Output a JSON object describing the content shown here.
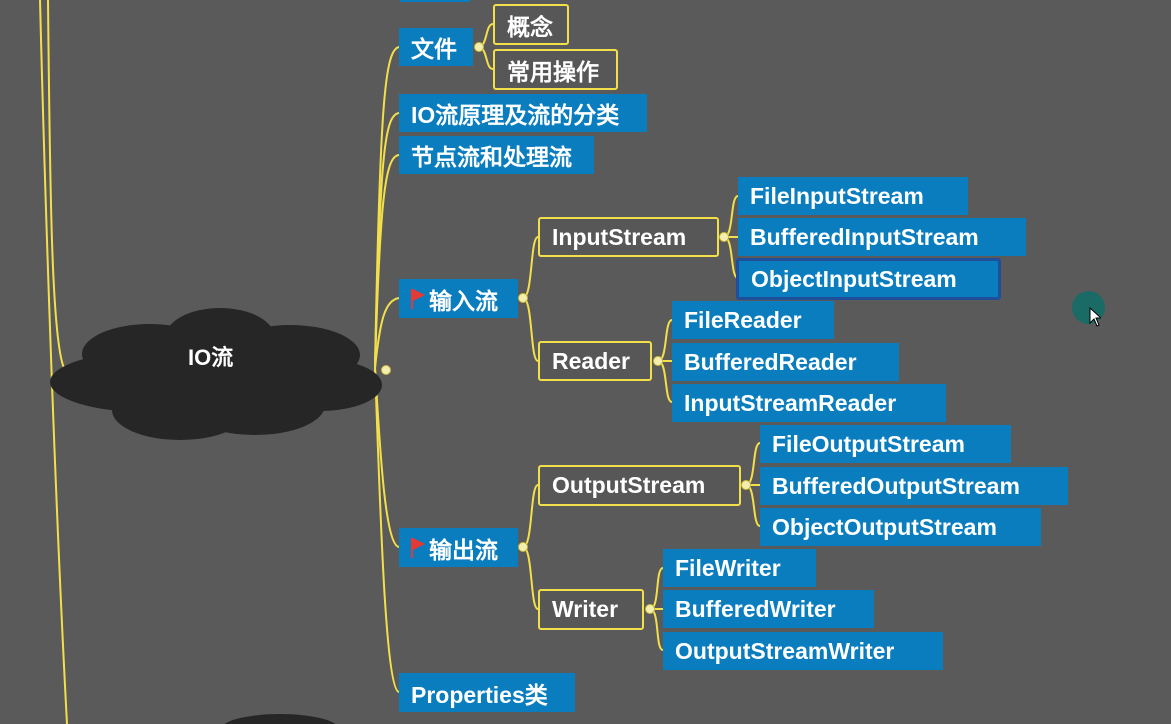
{
  "root": {
    "label": "IO流"
  },
  "topics": {
    "file": {
      "label": "文件",
      "children": [
        "概念",
        "常用操作"
      ]
    },
    "principle": {
      "label": "IO流原理及流的分类"
    },
    "node": {
      "label": "节点流和处理流"
    },
    "input": {
      "label": "输入流",
      "flag": "red-flag-icon",
      "inputstream": {
        "label": "InputStream",
        "children": [
          "FileInputStream",
          "BufferedInputStream",
          "ObjectInputStream"
        ]
      },
      "reader": {
        "label": "Reader",
        "children": [
          "FileReader",
          "BufferedReader",
          "InputStreamReader"
        ]
      }
    },
    "output": {
      "label": "输出流",
      "flag": "red-flag-icon",
      "outputstream": {
        "label": "OutputStream",
        "children": [
          "FileOutputStream",
          "BufferedOutputStream",
          "ObjectOutputStream"
        ]
      },
      "writer": {
        "label": "Writer",
        "children": [
          "FileWriter",
          "BufferedWriter",
          "OutputStreamWriter"
        ]
      }
    },
    "properties": {
      "label": "Properties类"
    }
  },
  "colors": {
    "topic": "#0a7dbf",
    "line": "#f3df4a",
    "background": "#5a5a5a",
    "cloud": "#262626"
  }
}
